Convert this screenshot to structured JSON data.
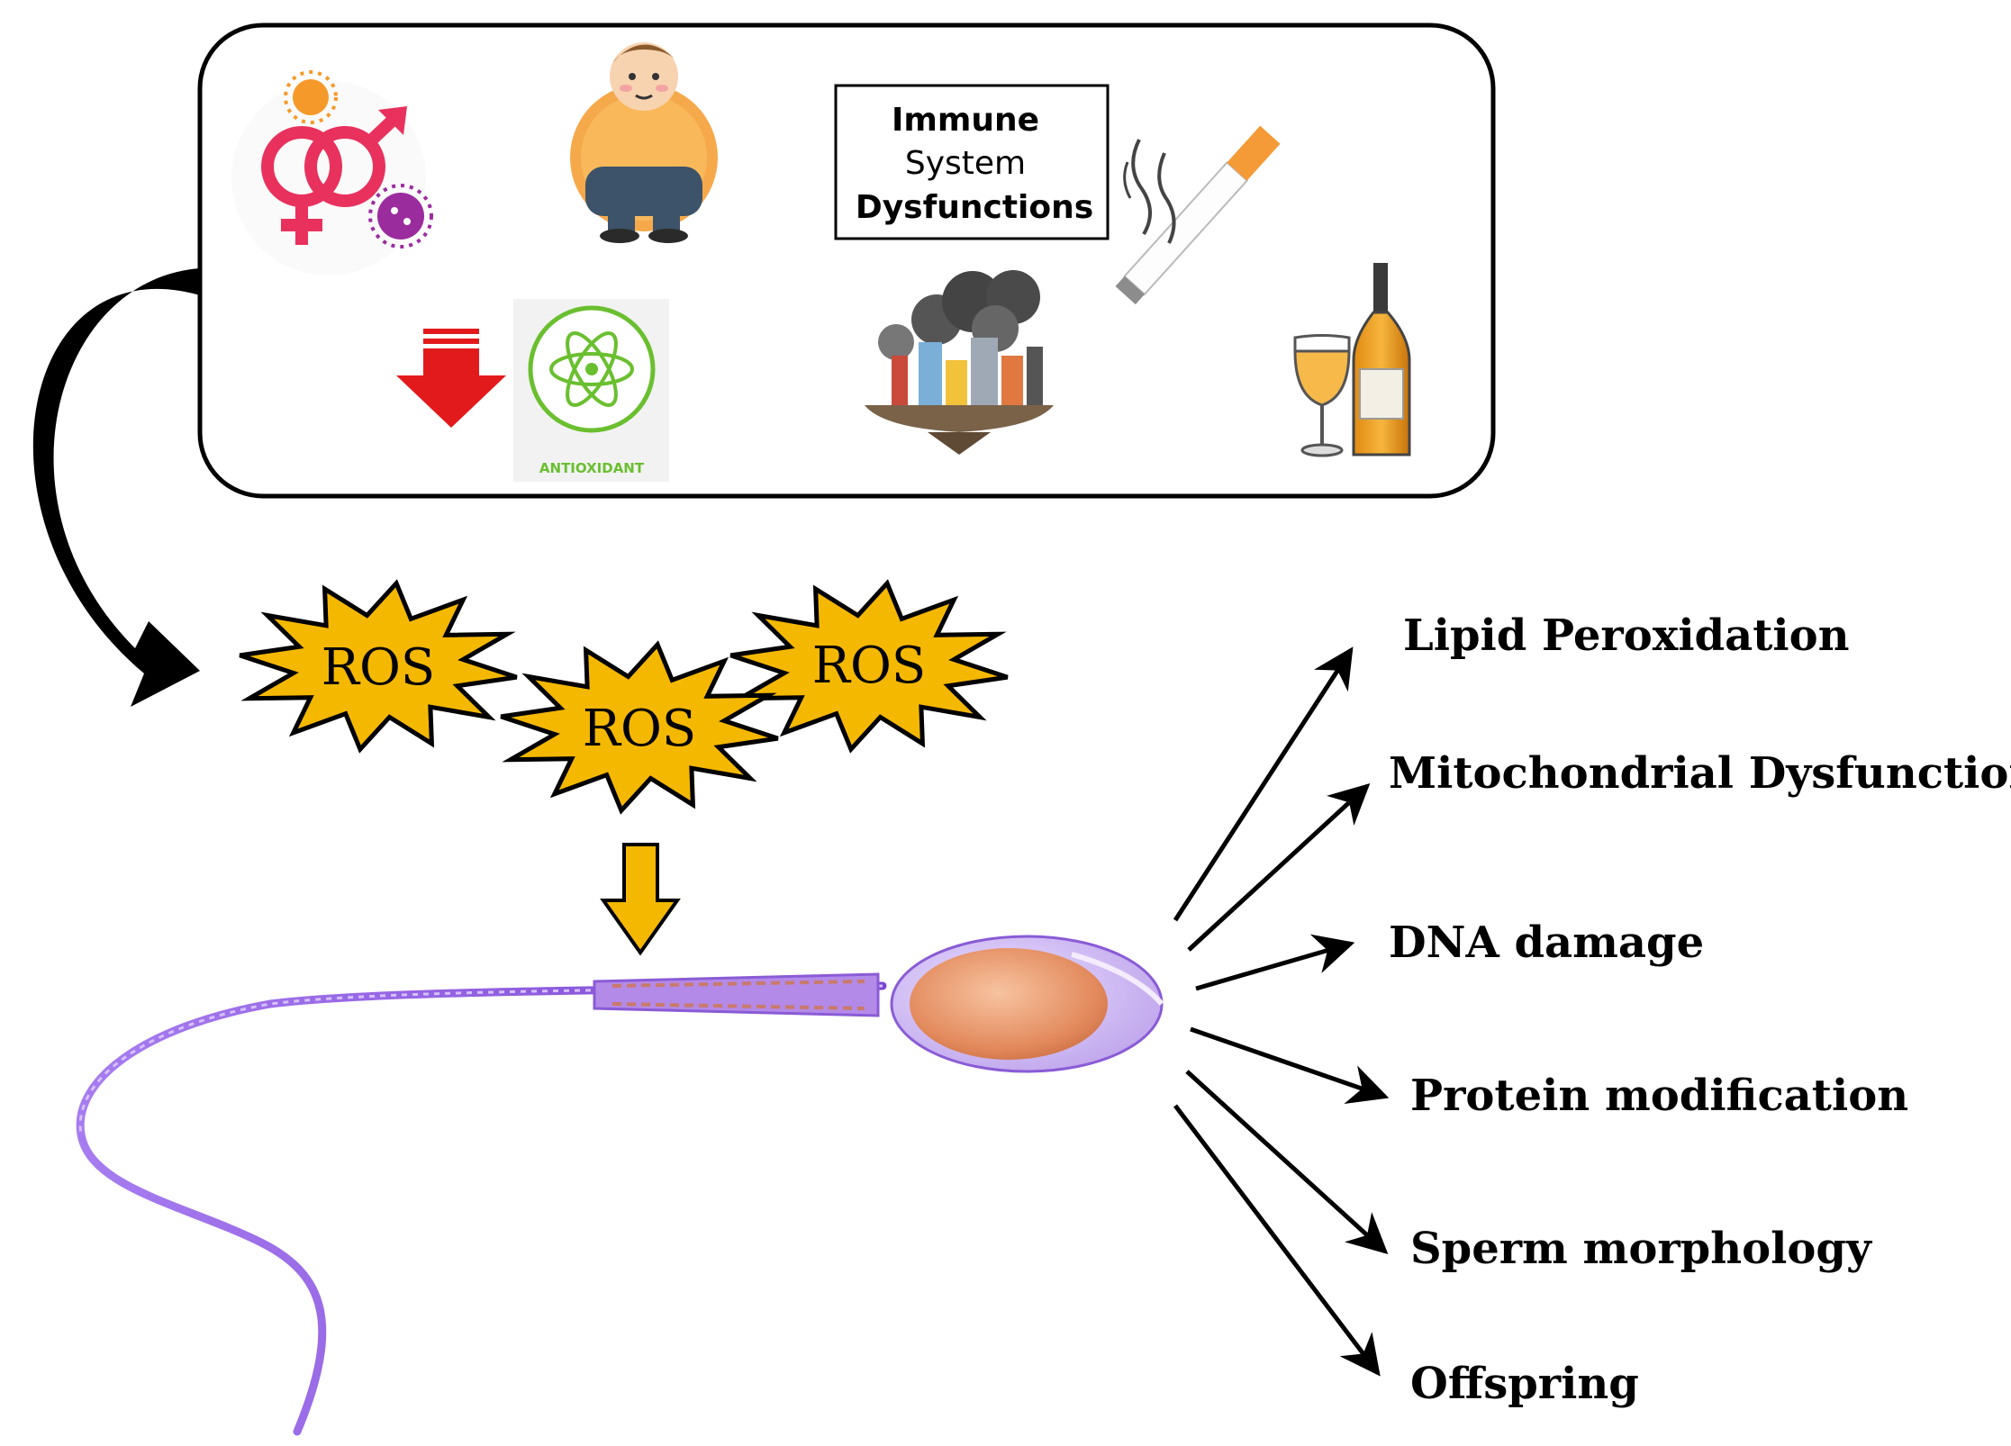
{
  "risk_factors": {
    "immune_box_lines": [
      "Immune",
      "System",
      "Dysfunctions"
    ],
    "antioxidant_label": "ANTIOXIDANT",
    "icons": [
      "sexual-infection-icon",
      "obesity-icon",
      "cigarette-icon",
      "antioxidant-icon",
      "pollution-icon",
      "alcohol-icon"
    ]
  },
  "ros": {
    "labels": [
      "ROS",
      "ROS",
      "ROS"
    ],
    "fill_color": "#f5b800"
  },
  "effects": [
    "Lipid Peroxidation",
    "Mitochondrial Dysfunction",
    "DNA damage",
    "Protein modification",
    "Sperm morphology",
    "Offspring"
  ],
  "colors": {
    "reduction_arrow": "#e31a1c",
    "ros_arrow": "#f5b800",
    "antioxidant_green": "#6abf2f",
    "sperm_tail": "#8a5bd6",
    "sperm_head": "#e8956b"
  }
}
